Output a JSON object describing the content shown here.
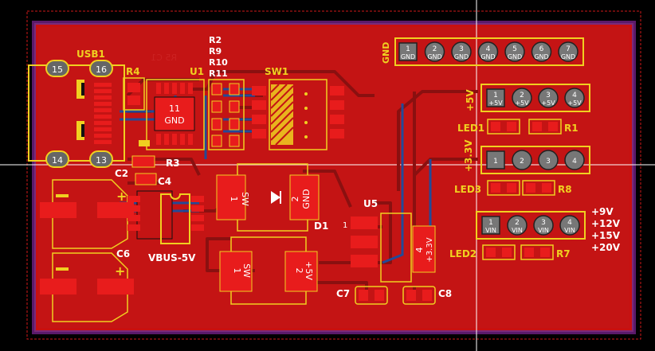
{
  "colors": {
    "background": "#000000",
    "board_fill": "#c81010",
    "board_outline": "#7a2a7a",
    "copper_top": "#d01818",
    "trace": "#7a1010",
    "back_copper": "#1d3f86",
    "silkscreen": "#f0d020",
    "pad": "#e81c1c",
    "crosshair": "#ffffff"
  },
  "labels": {
    "usb1": "USB1",
    "usb_pin15": "15",
    "usb_pin16": "16",
    "usb_pin14": "14",
    "usb_pin13": "13",
    "r4": "R4",
    "r5c1": "R5 C1",
    "u1": "U1",
    "u1_pad_num": "11",
    "u1_pad_net": "GND",
    "r2": "R2",
    "r9": "R9",
    "r10": "R10",
    "r11": "R11",
    "sw1": "SW1",
    "gnd_header": "GND",
    "plus5v": "+5V",
    "plus3v3": "+3.3V",
    "led1": "LED1",
    "r1": "R1",
    "led3": "LED3",
    "r8": "R8",
    "led2": "LED2",
    "r7": "R7",
    "c2": "C2",
    "c4": "C4",
    "r3": "R3",
    "c6": "C6",
    "vbus5v": "VBUS-5V",
    "d1": "D1",
    "d1_pad1_num": "1",
    "d1_pad1_net": "SW",
    "d1_pad2_num": "2",
    "d1_pad2_net": "GND",
    "u5": "U5",
    "u5_pad4_num": "4",
    "u5_pad4_net": "+3.3V",
    "l_pad1_num": "1",
    "l_pad1_net": "SW",
    "l_pad2_num": "2",
    "l_pad2_net": "+5V",
    "c7": "C7",
    "c8": "C8",
    "vin_9": "+9V",
    "vin_12": "+12V",
    "vin_15": "+15V",
    "vin_20": "+20V",
    "u5_small": "1"
  },
  "headers": {
    "gnd": {
      "pins": [
        {
          "num": "1",
          "net": "GND"
        },
        {
          "num": "2",
          "net": "GND"
        },
        {
          "num": "3",
          "net": "GND"
        },
        {
          "num": "4",
          "net": "GND"
        },
        {
          "num": "5",
          "net": "GND"
        },
        {
          "num": "6",
          "net": "GND"
        },
        {
          "num": "7",
          "net": "GND"
        }
      ]
    },
    "v5": {
      "pins": [
        {
          "num": "1",
          "net": "+5V"
        },
        {
          "num": "2",
          "net": "+5V"
        },
        {
          "num": "3",
          "net": "+5V"
        },
        {
          "num": "4",
          "net": "+5V"
        }
      ]
    },
    "v3": {
      "pins": [
        {
          "num": "1",
          "net": ""
        },
        {
          "num": "2",
          "net": ""
        },
        {
          "num": "3",
          "net": ""
        },
        {
          "num": "4",
          "net": ""
        }
      ]
    },
    "vin": {
      "pins": [
        {
          "num": "1",
          "net": "VIN"
        },
        {
          "num": "2",
          "net": "VIN"
        },
        {
          "num": "3",
          "net": "VIN"
        },
        {
          "num": "4",
          "net": "VIN"
        }
      ]
    }
  }
}
